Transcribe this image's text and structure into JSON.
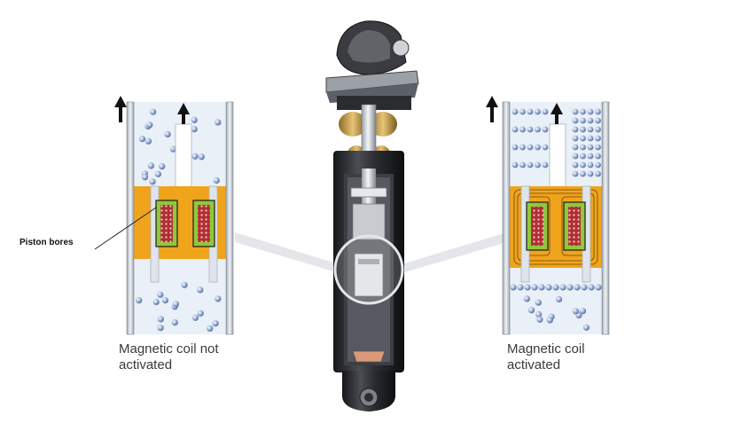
{
  "labels": {
    "piston_bores": "Piston bores",
    "caption_left": "Magnetic coil not\nactivated",
    "caption_right": "Magnetic coil\nactivated"
  },
  "colors": {
    "piston_orange": "#f0a41c",
    "coil_red": "#b03030",
    "coil_green": "#8fc83c",
    "particle_blue": "#7e98c4",
    "cylinder_fill": "#eaf0f8",
    "shock_body": "#2b2d31"
  },
  "icons": {
    "flow_arrow": "arrow-up-icon"
  }
}
